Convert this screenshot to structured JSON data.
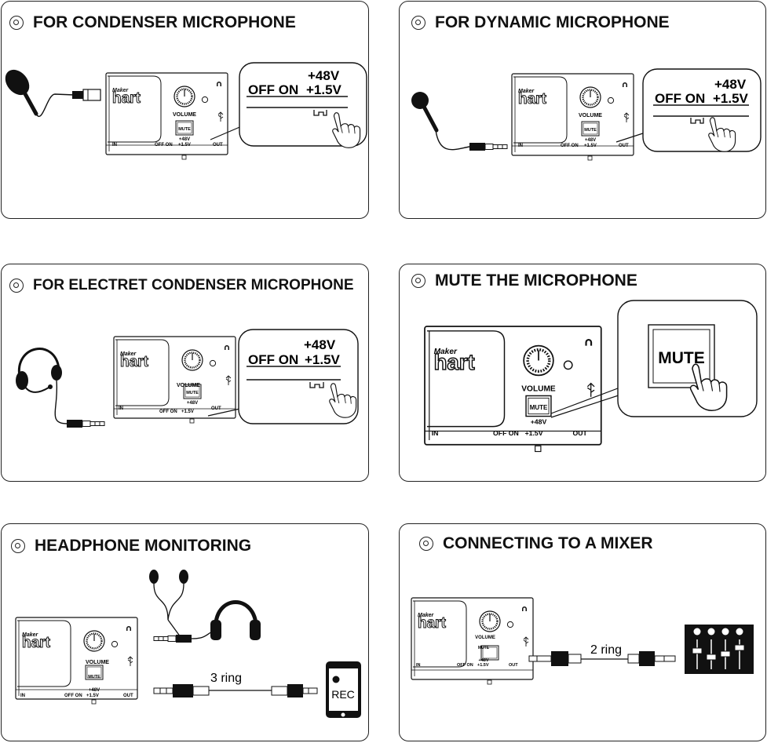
{
  "device": {
    "brand_logo": "hart",
    "brand_prefix": "Maker",
    "volume_label": "VOLUME",
    "mute_label": "MUTE",
    "phantom_48v": "+48V",
    "off_on": "OFF ON",
    "plugin_15v": "+1.5V",
    "in_label": "IN",
    "out_label": "OUT"
  },
  "callout": {
    "plus48": "+48V",
    "off_on": "OFF ON",
    "plus15": "+1.5V",
    "mute": "MUTE"
  },
  "panels": [
    {
      "title": "FOR CONDENSER MICROPHONE"
    },
    {
      "title": "FOR DYNAMIC MICROPHONE"
    },
    {
      "title": "FOR ELECTRET CONDENSER MICROPHONE"
    },
    {
      "title": "MUTE THE MICROPHONE"
    },
    {
      "title": "HEADPHONE MONITORING"
    },
    {
      "title": "CONNECTING TO A MIXER"
    }
  ],
  "headphone": {
    "cable_label": "3 ring",
    "phone_label": "REC"
  },
  "mixer": {
    "cable_label": "2 ring"
  }
}
